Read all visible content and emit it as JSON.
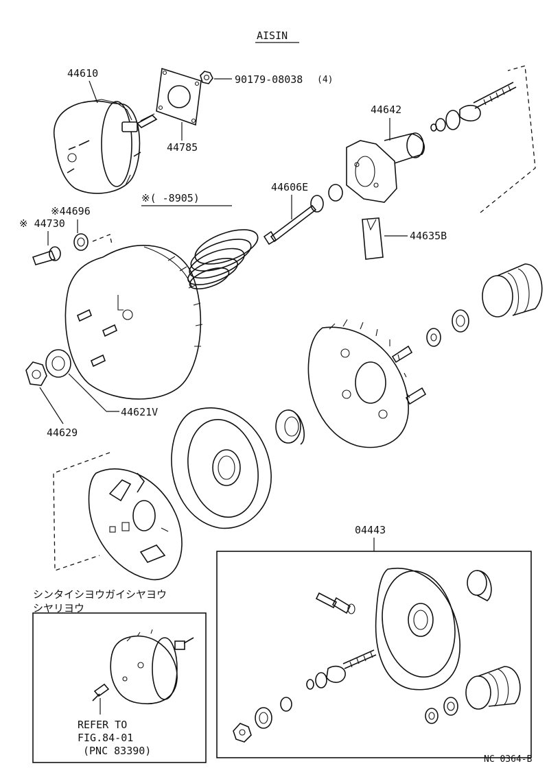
{
  "header": {
    "brand": "AISIN"
  },
  "parts": {
    "p44610": "44610",
    "p90179": "90179-08038",
    "p90179_qty": "(4)",
    "p44785": "44785",
    "p44642": "44642",
    "p44606E": "44606E",
    "p44635B": "44635B",
    "p44696": "※44696",
    "p44730": "※ 44730",
    "p44621V": "44621V",
    "p44629": "44629",
    "p04443": "04443"
  },
  "notes": {
    "range": "※(     -8905)"
  },
  "inset": {
    "caption_line1": "シンタイシヨウガイシヤヨウ",
    "caption_line2": "シヤリヨウ",
    "refer_line1": "REFER TO",
    "refer_line2": "FIG.84-01",
    "refer_line3": "(PNC 83390)"
  },
  "footer": {
    "code": "NC 0364-B"
  }
}
